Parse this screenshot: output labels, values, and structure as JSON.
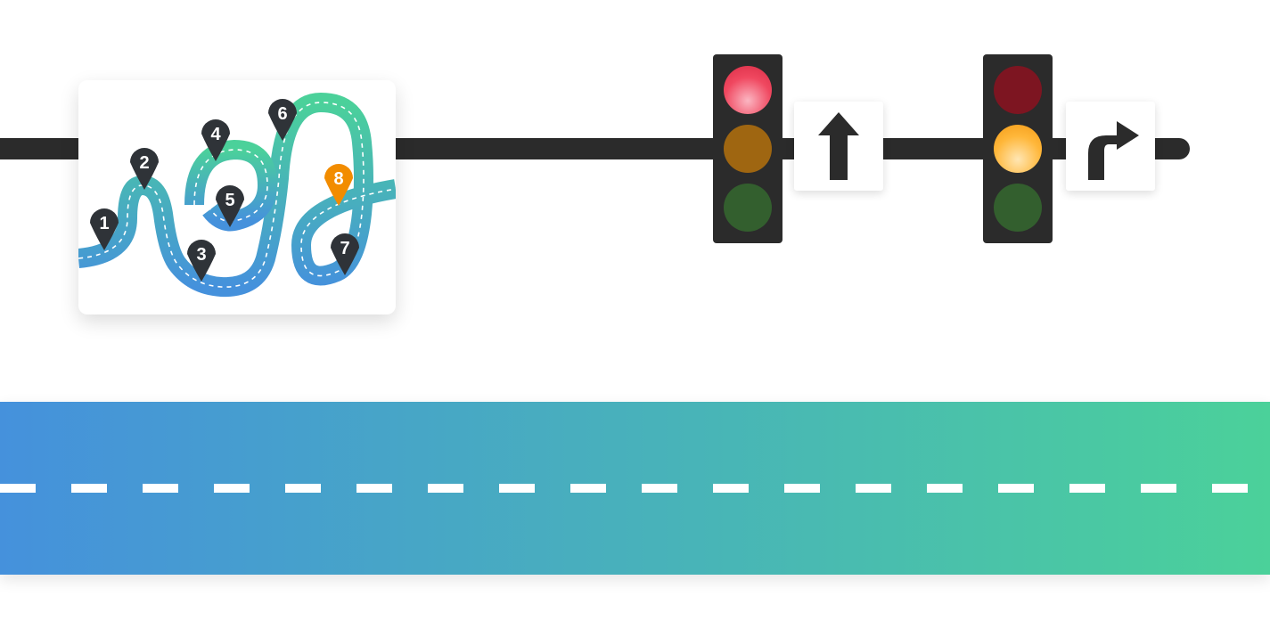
{
  "roadmap": {
    "milestones": [
      "1",
      "2",
      "3",
      "4",
      "5",
      "6",
      "7",
      "8"
    ],
    "active_milestone": "8"
  },
  "signals": [
    {
      "lit": "red"
    },
    {
      "lit": "amber"
    }
  ],
  "signs": [
    {
      "icon": "arrow-up-icon"
    },
    {
      "icon": "turn-right-arrow-icon"
    }
  ],
  "colors": {
    "track": "#2b2b2b",
    "road_start": "#4591dc",
    "road_end": "#4bd19a",
    "pin_default": "#2f3338",
    "pin_active": "#f28c00",
    "red_on": "#f04860",
    "amber_on": "#ffb73a",
    "red_off": "#7d1521",
    "amber_off": "#9f6611",
    "green_off": "#335f2e"
  }
}
